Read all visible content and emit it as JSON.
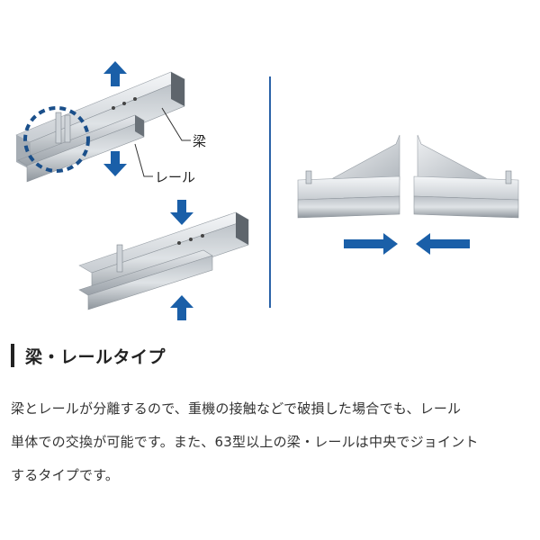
{
  "figure": {
    "label_beam": "梁",
    "label_rail": "レール",
    "colors": {
      "arrow": "#1a5fa8",
      "divider": "#2a62a8",
      "metal_light": "#e4e7ea",
      "metal_dark": "#8e959c"
    }
  },
  "heading": {
    "text": "梁・レールタイプ"
  },
  "body": {
    "lines": [
      "梁とレールが分離するので、重機の接触などで破損した場合でも、レール",
      "単体での交換が可能です。また、63型以上の梁・レールは中央でジョイント",
      "するタイプです。"
    ]
  }
}
